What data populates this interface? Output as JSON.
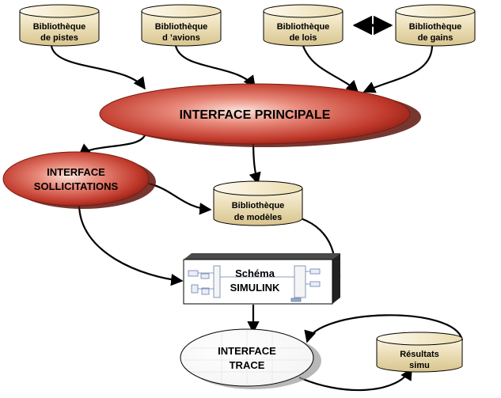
{
  "libraries": {
    "pistes": {
      "line1": "Bibliothèque",
      "line2": "de pistes"
    },
    "avions": {
      "line1": "Bibliothèque",
      "line2": "d ’avions"
    },
    "lois": {
      "line1": "Bibliothèque",
      "line2": "de lois"
    },
    "gains": {
      "line1": "Bibliothèque",
      "line2": "de gains"
    },
    "modeles": {
      "line1": "Bibliothèque",
      "line2": "de modèles"
    },
    "resultats": {
      "line1": "Résultats",
      "line2": "simu"
    }
  },
  "interfaces": {
    "principale": {
      "line1": "INTERFACE PRINCIPALE"
    },
    "sollicitations": {
      "line1": "INTERFACE",
      "line2": "SOLLICITATIONS"
    },
    "trace": {
      "line1": "INTERFACE",
      "line2": "TRACE"
    }
  },
  "simulink": {
    "line1": "Schéma",
    "line2": "SIMULINK"
  },
  "colors": {
    "cylinder_fill": "#f2e6bf",
    "cylinder_shade": "#d9c68f",
    "interface_red": "#c0392b",
    "interface_dark": "#7a1a12",
    "trace_fill": "#ffffff"
  }
}
